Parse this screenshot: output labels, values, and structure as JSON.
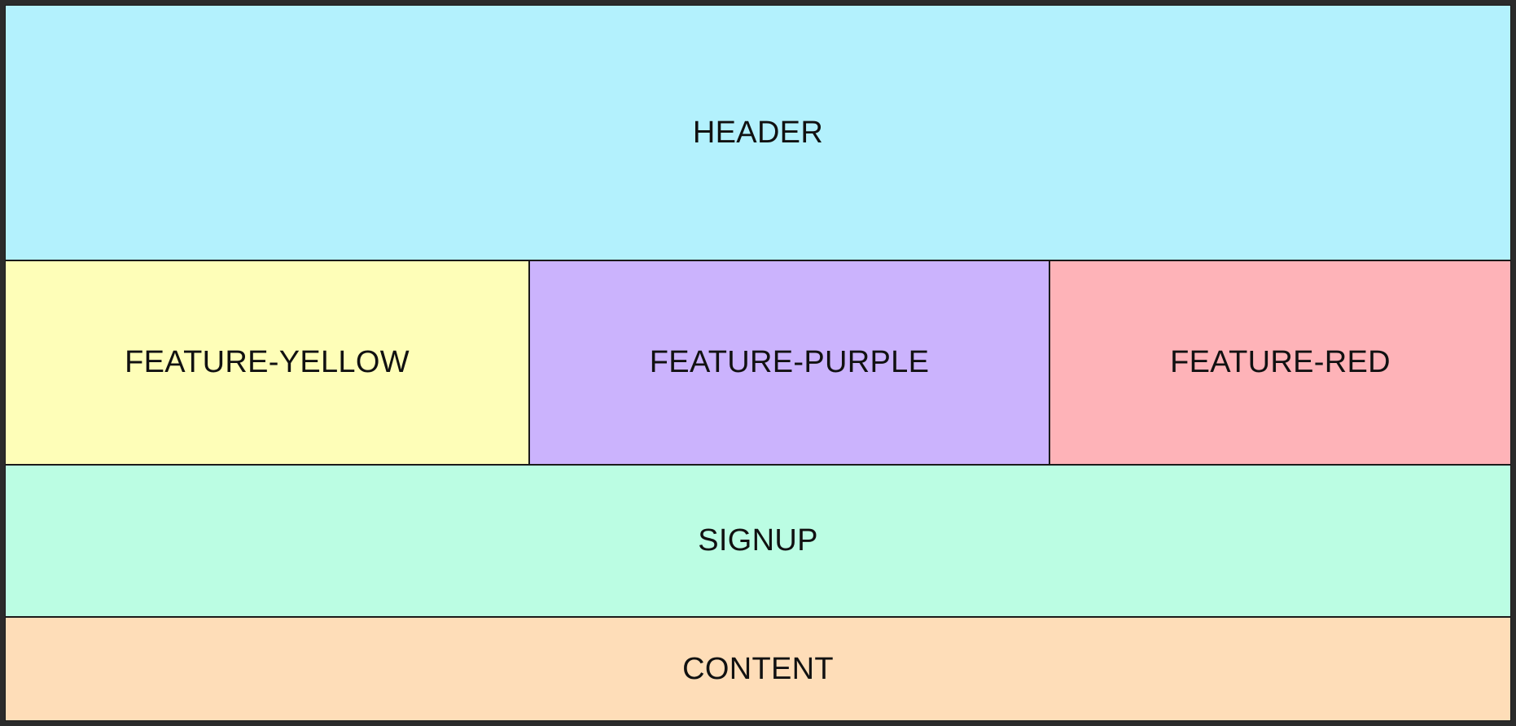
{
  "header": {
    "label": "HEADER",
    "color": "#b3f1fd"
  },
  "features": {
    "yellow": {
      "label": "FEATURE-YELLOW",
      "color": "#fefeb8"
    },
    "purple": {
      "label": "FEATURE-PURPLE",
      "color": "#cbb3fd"
    },
    "red": {
      "label": "FEATURE-RED",
      "color": "#feb3b8"
    }
  },
  "signup": {
    "label": "SIGNUP",
    "color": "#bbfde3"
  },
  "content": {
    "label": "CONTENT",
    "color": "#feddb8"
  }
}
